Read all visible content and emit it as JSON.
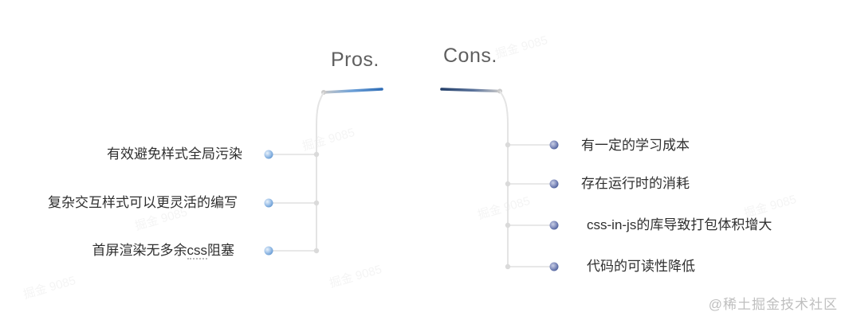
{
  "diagram": {
    "pros": {
      "title": "Pros.",
      "items": [
        "有效避免样式全局污染",
        "复杂交互样式可以更灵活的编写",
        "首屏渲染无多余css阻塞"
      ],
      "item3_parts": {
        "pre": "首屏渲染无多余",
        "code": "css",
        "post": "阻塞"
      }
    },
    "cons": {
      "title": "Cons.",
      "items": [
        "有一定的学习成本",
        "存在运行时的消耗",
        "css-in-js的库导致打包体积增大",
        "代码的可读性降低"
      ]
    }
  },
  "watermark": {
    "tile_text": "掘金 9085",
    "credit": "@稀土掘金技术社区"
  },
  "colors": {
    "pros_accent": "#2e6cb5",
    "cons_accent": "#24406a",
    "pros_dot": "#5d94cf",
    "cons_dot": "#3a4f8f",
    "connector": "#e4e4e4",
    "junction_dot": "#dadada",
    "title_text": "#5f5f5f",
    "item_text": "#2f2f2f",
    "credit_text": "#bfbfbf"
  }
}
